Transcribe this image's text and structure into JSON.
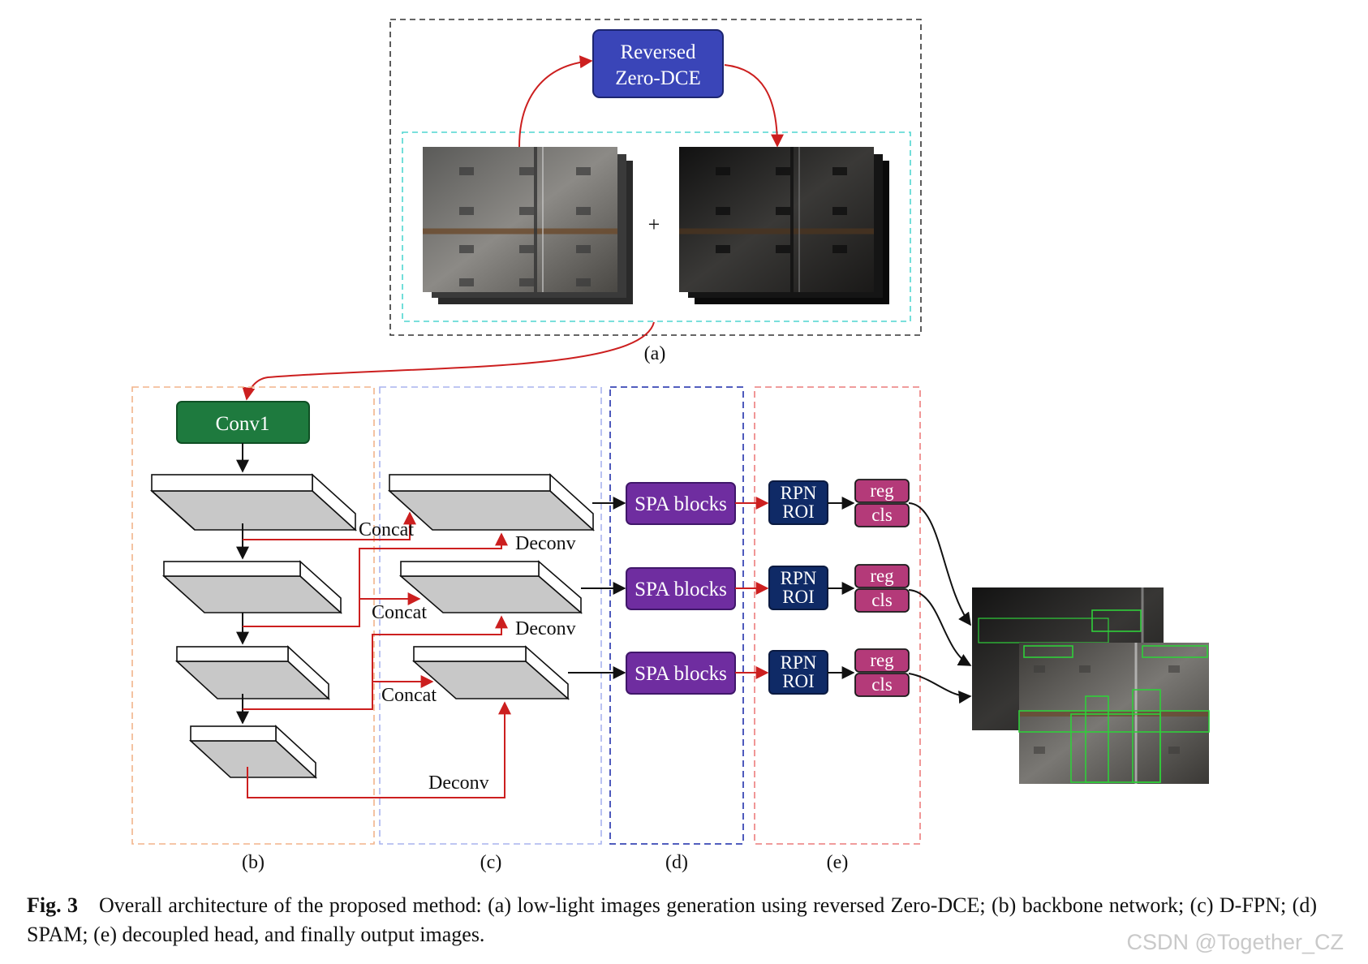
{
  "colors": {
    "arrow_red": "#cc1f1f",
    "arrow_black": "#111111",
    "reversed_zero_dce_fill": "#3a45b8",
    "conv1_fill": "#1e7a3e",
    "spa_fill": "#6f2da0",
    "rpn_fill": "#0f2a66",
    "head_fill": "#b43a79",
    "layer_top": "#ffffff",
    "layer_body": "#c8c8c8",
    "bbox_green": "#2fcf3a",
    "panel_a_border": "#333333",
    "panel_a_inner_border": "#4fd6d0",
    "panel_b_border": "#f2b48a",
    "panel_c_border": "#a9b4ee",
    "panel_d_border": "#3a47b5",
    "panel_e_border": "#ec7c7c"
  },
  "panel_a": {
    "block_line1": "Reversed",
    "block_line2": "Zero-DCE",
    "plus": "+",
    "label": "(a)",
    "images": [
      "original-image-stack",
      "low-light-image-stack"
    ]
  },
  "panel_b": {
    "conv1": "Conv1",
    "label": "(b)"
  },
  "panel_c": {
    "concat": [
      "Concat",
      "Concat",
      "Concat"
    ],
    "deconv": [
      "Deconv",
      "Deconv",
      "Deconv"
    ],
    "label": "(c)"
  },
  "panel_d": {
    "spa": [
      "SPA blocks",
      "SPA blocks",
      "SPA blocks"
    ],
    "label": "(d)"
  },
  "panel_e": {
    "rpn": [
      "RPN",
      "RPN",
      "RPN"
    ],
    "roi": [
      "ROI",
      "ROI",
      "ROI"
    ],
    "reg": [
      "reg",
      "reg",
      "reg"
    ],
    "cls": [
      "cls",
      "cls",
      "cls"
    ],
    "label": "(e)"
  },
  "output": {
    "images": [
      "detected-output-back",
      "detected-output-front"
    ]
  },
  "caption": {
    "fig": "Fig. 3",
    "text": "Overall architecture of the proposed method: (a) low-light images generation using reversed Zero-DCE; (b) backbone network; (c) D-FPN; (d) SPAM; (e) decoupled head, and finally output images."
  },
  "watermark": "CSDN @Together_CZ"
}
